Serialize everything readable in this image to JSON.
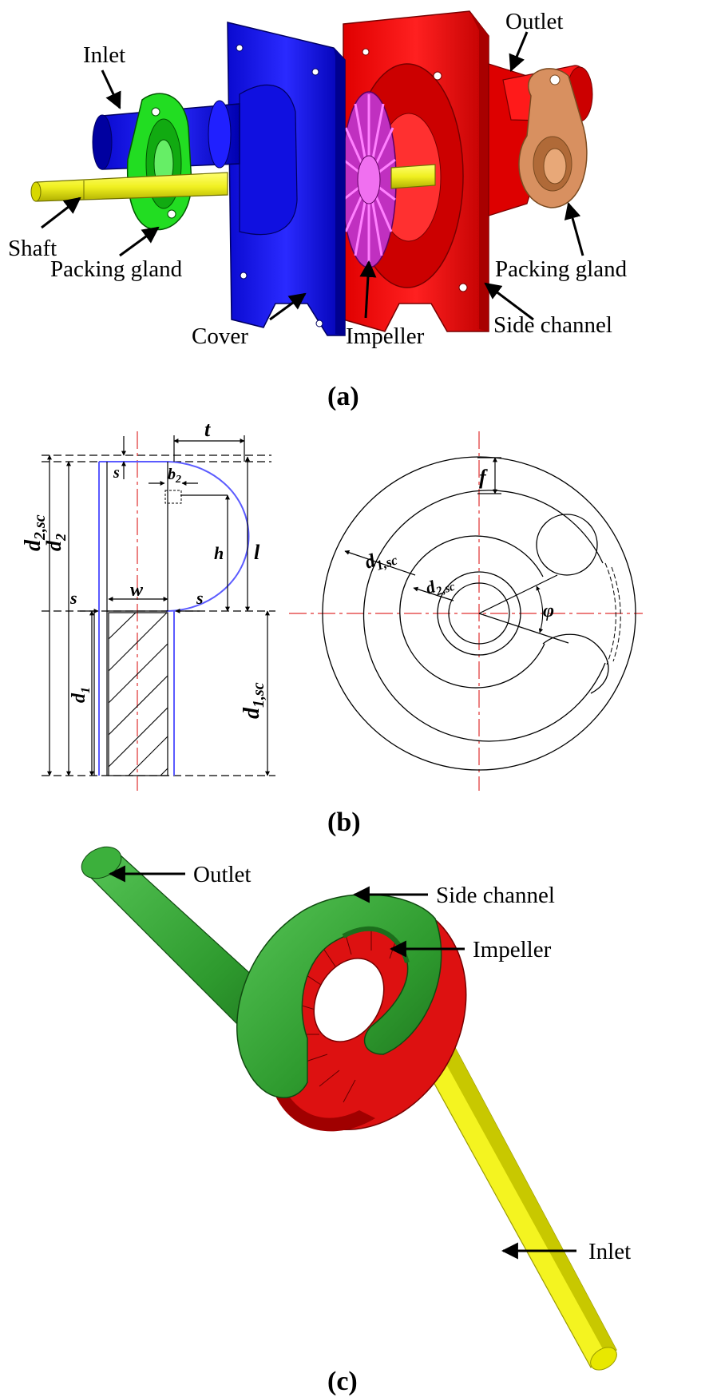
{
  "panel_a": {
    "caption": "(a)",
    "labels": {
      "inlet": "Inlet",
      "outlet": "Outlet",
      "shaft": "Shaft",
      "packing_gland_left": "Packing gland",
      "packing_gland_right": "Packing gland",
      "cover": "Cover",
      "impeller": "Impeller",
      "side_channel": "Side channel"
    },
    "colors": {
      "cover": "#1a1aff",
      "side_channel": "#ff1a1a",
      "impeller": "#e040e0",
      "shaft": "#f0f020",
      "packing_gland_left": "#20e020",
      "packing_gland_right": "#d89060"
    }
  },
  "panel_b": {
    "caption": "(b)",
    "symbols": {
      "t": "t",
      "s_top": "s",
      "b2_base": "b",
      "b2_sub": "2",
      "h": "h",
      "l": "l",
      "s_left": "s",
      "w": "w",
      "s_right": "s",
      "d2sc_base": "d",
      "d2sc_sub": "2,sc",
      "d2_base": "d",
      "d2_sub": "2",
      "d1_base": "d",
      "d1_sub": "1",
      "d1sc_base": "d",
      "d1sc_sub": "1,sc",
      "f": "f",
      "d1sc_r_base": "d",
      "d1sc_r_sub": "1,sc",
      "d2sc_r_base": "d",
      "d2sc_r_sub": "2,sc",
      "phi": "φ"
    },
    "colors": {
      "centerline": "#e03030",
      "profile": "#5b5bff"
    }
  },
  "panel_c": {
    "caption": "(c)",
    "labels": {
      "outlet": "Outlet",
      "side_channel": "Side channel",
      "impeller": "Impeller",
      "inlet": "Inlet"
    },
    "colors": {
      "side_channel": "#2e9a2e",
      "impeller": "#dd1111",
      "inlet": "#f4f420"
    }
  }
}
